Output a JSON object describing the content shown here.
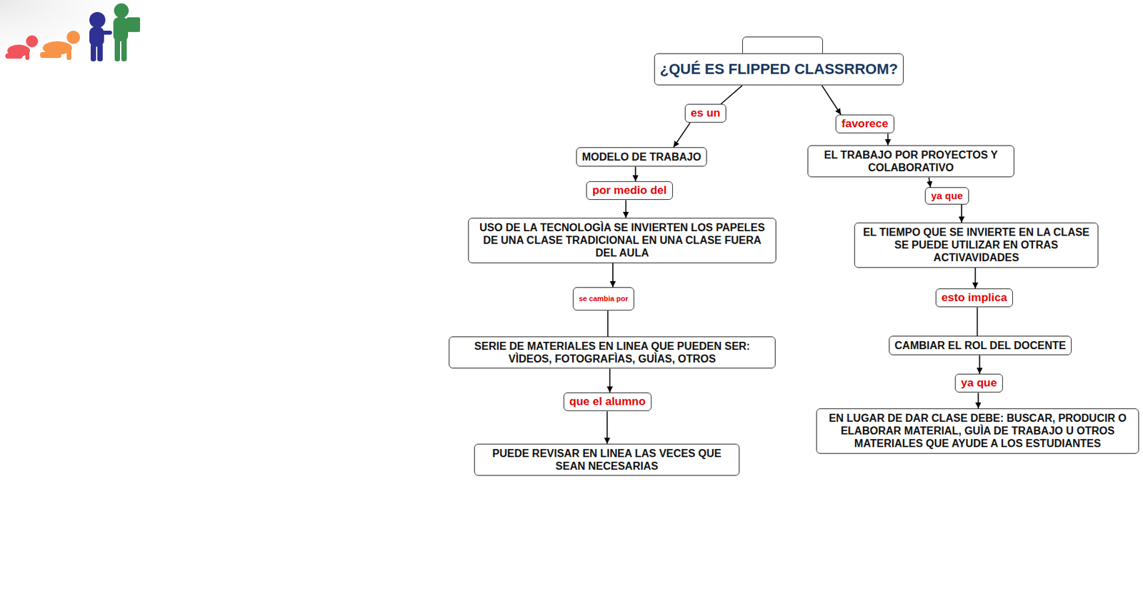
{
  "diagram": {
    "nodes": [
      {
        "text": [
          "¿QUÉ ES FLIPPED CLASSRROM?"
        ]
      },
      {
        "text": [
          "es un"
        ]
      },
      {
        "text": [
          "favorece"
        ]
      },
      {
        "text": [
          "MODELO DE TRABAJO"
        ]
      },
      {
        "text": [
          "EL TRABAJO POR PROYECTOS Y COLABORATIVO"
        ]
      },
      {
        "text": [
          "por medio del"
        ]
      },
      {
        "text": [
          "ya que"
        ]
      },
      {
        "text": [
          "USO DE LA TECNOLOGÌA SE INVIERTEN LOS PAPELES DE UNA CLASE TRADICIONAL EN UNA CLASE FUERA DEL AULA"
        ]
      },
      {
        "text": [
          "EL TIEMPO QUE SE INVIERTE EN LA CLASE SE PUEDE UTILIZAR EN OTRAS ACTIVAVIDADES"
        ]
      },
      {
        "text": [
          "se cambia por"
        ]
      },
      {
        "text": [
          "esto implica"
        ]
      },
      {
        "text": [
          "CAMBIAR EL ROL DEL DOCENTE"
        ]
      },
      {
        "text": [
          "SERIE DE MATERIALES EN LINEA QUE PUEDEN SER: VÌDEOS, FOTOGRAFÌAS, GUÌAS, OTROS"
        ]
      },
      {
        "text": [
          "ya que"
        ]
      },
      {
        "text": [
          "que el alumno"
        ]
      },
      {
        "text": [
          "EN LUGAR DE DAR CLASE DEBE: BUSCAR, PRODUCIR O ELABORAR MATERIAL, GUÌA DE TRABAJO U OTROS MATERIALES QUE AYUDE A LOS ESTUDIANTES"
        ]
      },
      {
        "text": [
          "PUEDE REVISAR EN LINEA LAS VECES QUE SEAN NECESARIAS"
        ]
      }
    ],
    "edges": [
      {
        "from": 0,
        "to": 1,
        "arrow": "none"
      },
      {
        "from": 1,
        "to": 3,
        "arrow": "to"
      },
      {
        "from": 0,
        "to": 2,
        "arrow": "to"
      },
      {
        "from": 2,
        "to": 4,
        "arrow": "to"
      },
      {
        "from": 3,
        "to": 5,
        "arrow": "to"
      },
      {
        "from": 5,
        "to": 7,
        "arrow": "to"
      },
      {
        "from": 4,
        "to": 6,
        "arrow": "to"
      },
      {
        "from": 6,
        "to": 8,
        "arrow": "to"
      },
      {
        "from": 7,
        "to": 9,
        "arrow": "to"
      },
      {
        "from": 9,
        "to": 12,
        "arrow": "none"
      },
      {
        "from": 12,
        "to": 14,
        "arrow": "to"
      },
      {
        "from": 14,
        "to": 16,
        "arrow": "to"
      },
      {
        "from": 8,
        "to": 10,
        "arrow": "to"
      },
      {
        "from": 10,
        "to": 11,
        "arrow": "none"
      },
      {
        "from": 11,
        "to": 13,
        "arrow": "to"
      },
      {
        "from": 13,
        "to": 15,
        "arrow": "to"
      }
    ]
  }
}
